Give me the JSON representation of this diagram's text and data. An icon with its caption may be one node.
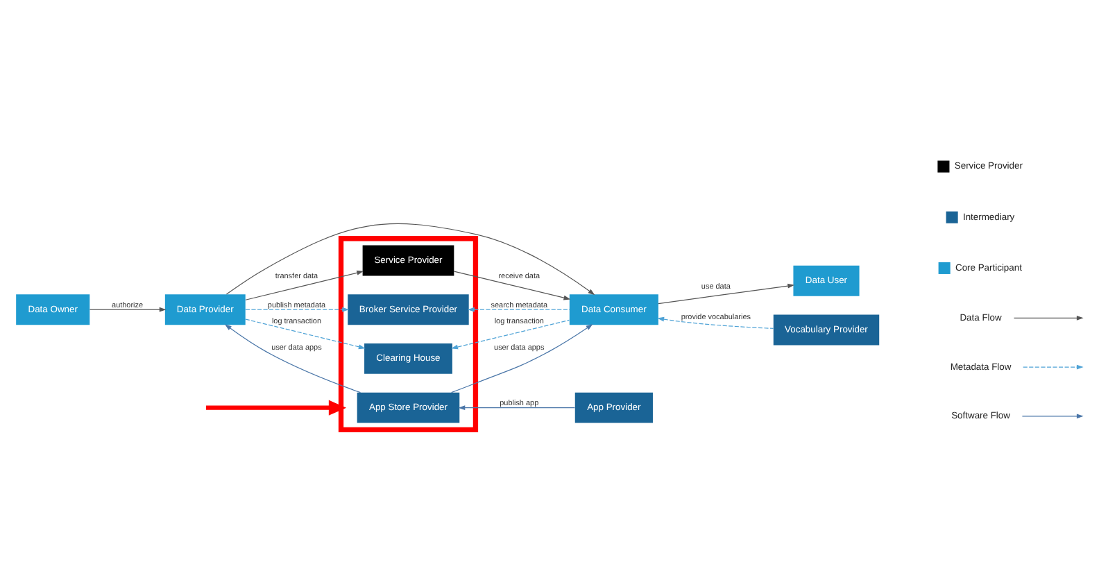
{
  "diagram": {
    "nodes": [
      {
        "text": [
          "Data Owner"
        ]
      },
      {
        "text": [
          "Data Provider"
        ]
      },
      {
        "text": [],
        "shape": "box"
      },
      {
        "text": [
          "Service Provider"
        ],
        "in": 2
      },
      {
        "text": [
          "Broker Service Provider"
        ],
        "in": 2
      },
      {
        "text": [
          "Clearing House"
        ],
        "in": 2
      },
      {
        "text": [
          "App Store Provider"
        ],
        "in": 2
      },
      {
        "text": [
          "Data Consumer"
        ]
      },
      {
        "text": [
          "Data User"
        ]
      },
      {
        "text": [
          "App Provider"
        ]
      },
      {
        "text": [
          "Vocabulary Provider"
        ]
      }
    ],
    "edges": [
      {
        "from": 0,
        "to": 1,
        "arrow": "to",
        "label": "authorize"
      },
      {
        "from": 1,
        "to": 3,
        "arrow": "to",
        "label": "transfer data"
      },
      {
        "from": 3,
        "to": 7,
        "arrow": "to",
        "label": "receive data"
      },
      {
        "from": 1,
        "to": 4,
        "arrow": "to",
        "label": "publish metadata",
        "style": "dashed",
        "color": "#4fa3d6"
      },
      {
        "from": 7,
        "to": 4,
        "arrow": "to",
        "label": "search metadata",
        "style": "dashed",
        "color": "#4fa3d6"
      },
      {
        "from": 1,
        "to": 7,
        "arrow": "to"
      },
      {
        "from": 1,
        "to": 5,
        "arrow": "to",
        "label": "log transaction",
        "style": "dashed",
        "color": "#4fa3d6"
      },
      {
        "from": 7,
        "to": 5,
        "arrow": "to",
        "label": "log transaction",
        "style": "dashed",
        "color": "#4fa3d6"
      },
      {
        "from": 6,
        "to": 1,
        "arrow": "to",
        "label": "user data apps",
        "color": "#4a76a8"
      },
      {
        "from": 6,
        "to": 7,
        "arrow": "to",
        "label": "user data apps",
        "color": "#4a76a8"
      },
      {
        "from": 9,
        "to": 6,
        "arrow": "to",
        "label": "publish app",
        "color": "#4a76a8"
      },
      {
        "from": 7,
        "to": 8,
        "arrow": "to",
        "label": "use data"
      },
      {
        "from": 10,
        "to": 7,
        "arrow": "to",
        "label": "provide vocabularies",
        "style": "dashed",
        "color": "#4fa3d6"
      },
      {
        "from": null,
        "to": 2,
        "arrow": "to",
        "style": "thick",
        "color": "#ff0000"
      }
    ],
    "legend": [
      {
        "text": "Service Provider",
        "color": "#000000"
      },
      {
        "text": "Intermediary",
        "color": "#1a6496"
      },
      {
        "text": "Core Participant",
        "color": "#1f9bd0"
      },
      {
        "text": "Data Flow"
      },
      {
        "text": "Metadata Flow"
      },
      {
        "text": "Software Flow"
      }
    ]
  }
}
